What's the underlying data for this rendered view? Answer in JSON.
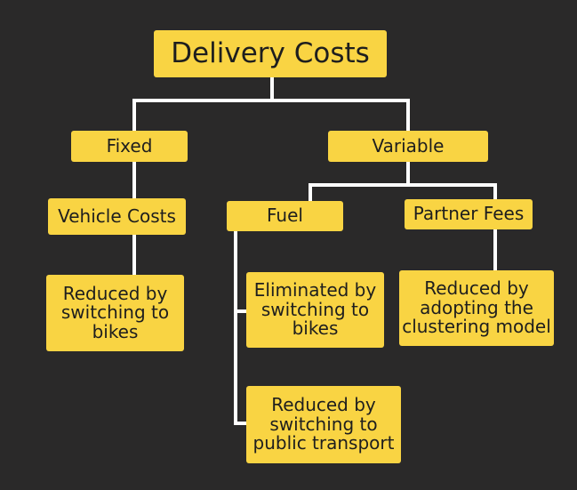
{
  "diagram": {
    "root": "Delivery Costs",
    "fixed": {
      "label": "Fixed",
      "child": "Vehicle Costs",
      "result": "Reduced by\nswitching to\nbikes"
    },
    "variable": {
      "label": "Variable",
      "fuel": {
        "label": "Fuel",
        "results": [
          "Eliminated by\nswitching to\nbikes",
          "Reduced by\nswitching to\npublic transport"
        ]
      },
      "partner_fees": {
        "label": "Partner Fees",
        "result": "Reduced by\nadopting the\nclustering model"
      }
    }
  },
  "colors": {
    "background": "#2a2929",
    "node_fill": "#f9d443",
    "connector": "#ffffff",
    "text": "#1e1e1e"
  }
}
